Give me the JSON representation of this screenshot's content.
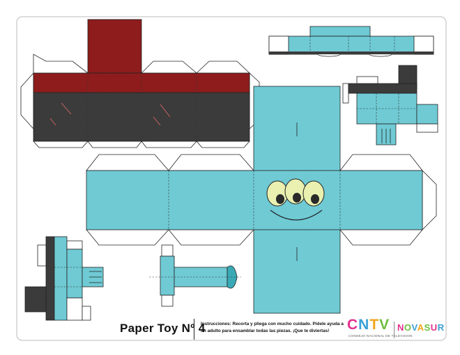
{
  "sheet": {
    "title": "Paper Toy Nº 4",
    "instructions": "Instrucciones: Recorta y pliega con mucho cuidado. Pídele ayuda a un adulto para ensamblar todas las piezas. ¡Que te diviertas!"
  },
  "logos": {
    "cntv": {
      "letters": [
        "C",
        "N",
        "T",
        "V"
      ],
      "tagline": "CONSEJO NACIONAL DE TELEVISION"
    },
    "novasur": {
      "letters": [
        "N",
        "O",
        "V",
        "A",
        "S",
        "U",
        "R"
      ]
    }
  },
  "colors": {
    "body": "#6fcad4",
    "hat_red": "#8e1c1c",
    "hat_band": "#3b3b3b",
    "eye": "#e9f0b0",
    "pupil": "#2a2a2a",
    "outline": "#222222",
    "sheet_border": "#bbbbbb"
  },
  "icons": [
    "alien-face-icon",
    "three-eyes-icon",
    "smile-icon"
  ]
}
